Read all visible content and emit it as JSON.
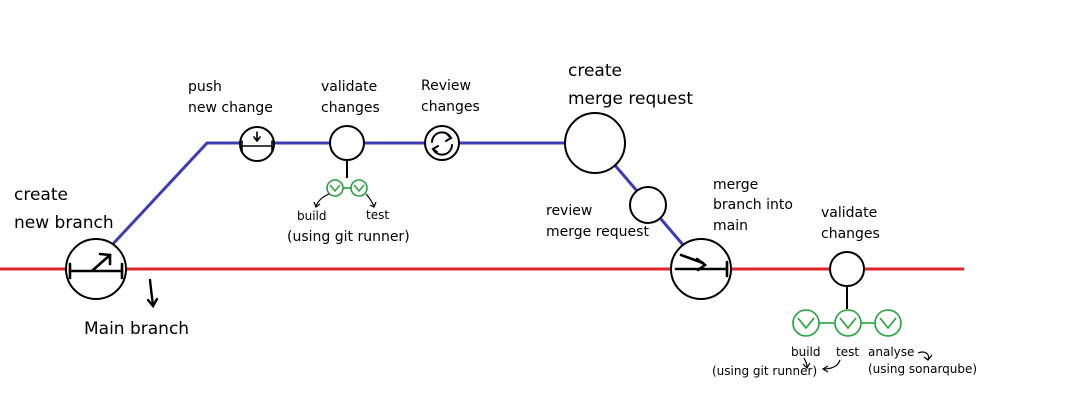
{
  "colors": {
    "main_branch": "#e0252b",
    "feature_branch": "#3c3cb4",
    "pipeline": "#22a33a",
    "node_stroke": "#000000"
  },
  "labels": {
    "create_new_branch": [
      "create",
      "new branch"
    ],
    "main_branch": "Main branch",
    "push_new_change": [
      "push",
      "new change"
    ],
    "validate_changes_feature": [
      "validate",
      "changes"
    ],
    "review_changes": [
      "Review",
      "changes"
    ],
    "create_merge_request": [
      "create",
      "merge request"
    ],
    "review_merge_request": [
      "review",
      "merge request"
    ],
    "merge_branch_into_main": [
      "merge",
      "branch into",
      "main"
    ],
    "validate_changes_main": [
      "validate",
      "changes"
    ],
    "feature_build": "build",
    "feature_test": "test",
    "feature_runner_note": "(using git runner)",
    "main_build": "build",
    "main_test": "test",
    "main_analyse": "analyse",
    "main_runner_note": "(using git runner)",
    "main_sonar_note": "(using sonarqube)"
  },
  "icons": {
    "create_branch": "branch-arrow-icon",
    "push": "push-arrow-icon",
    "review": "refresh-icon",
    "merge": "merge-arrow-icon"
  }
}
